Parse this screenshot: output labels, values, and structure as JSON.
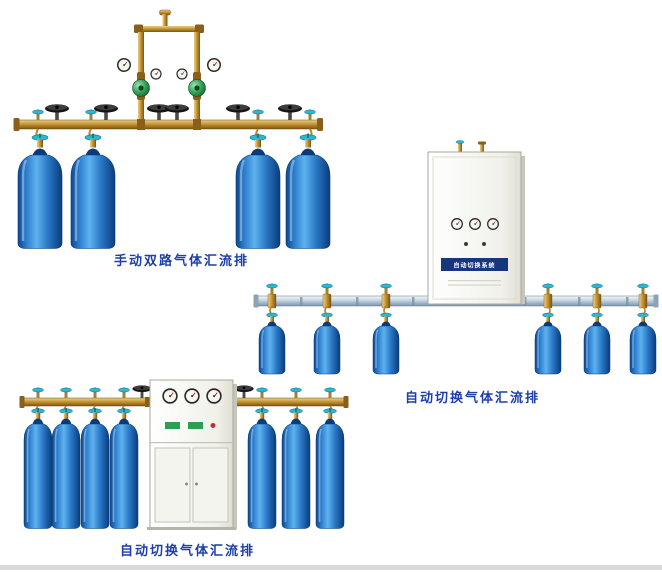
{
  "page": {
    "background_color": "#ffffff",
    "bottom_border_color": "#d9d9d9"
  },
  "colors": {
    "caption_text": "#1d3fa8",
    "cylinder_blue": "#2f80cf",
    "brass_pipe": "#c2902f",
    "steel_pipe": "#a0b6c7",
    "cabinet_body": "#f1f1ea",
    "valve_handwheel_cyan": "#29b9d6"
  },
  "products": [
    {
      "id": "manual-dual-manifold",
      "caption": "手动双路气体汇流排",
      "cylinder_count": 4
    },
    {
      "id": "auto-switch-manifold-a",
      "caption": "自动切换气体汇流排",
      "cabinet_label": "自动切换系统",
      "cylinder_count": 6
    },
    {
      "id": "auto-switch-manifold-b",
      "caption": "自动切换气体汇流排",
      "cylinder_count": 7
    }
  ]
}
